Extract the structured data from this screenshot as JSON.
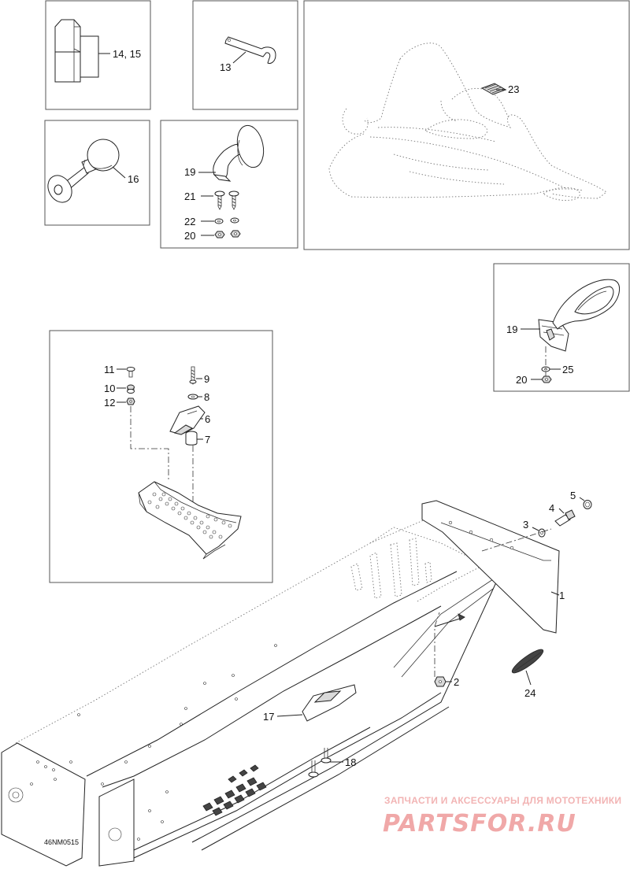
{
  "labels": {
    "l14_15": "14, 15",
    "l13": "13",
    "l23": "23",
    "l16": "16",
    "l19a": "19",
    "l21": "21",
    "l22": "22",
    "l20a": "20",
    "l19b": "19",
    "l25": "25",
    "l20b": "20",
    "l11": "11",
    "l10": "10",
    "l12": "12",
    "l9": "9",
    "l8": "8",
    "l6": "6",
    "l7": "7",
    "l5": "5",
    "l4": "4",
    "l3": "3",
    "l1": "1",
    "l2": "2",
    "l24": "24",
    "l17": "17",
    "l18": "18"
  },
  "drawing_code": "46NM0515",
  "watermark": {
    "tagline": "ЗАПЧАСТИ И АКСЕССУАРЫ ДЛЯ МОТОТЕХНИКИ",
    "brand": "PARTSFOR.RU"
  }
}
